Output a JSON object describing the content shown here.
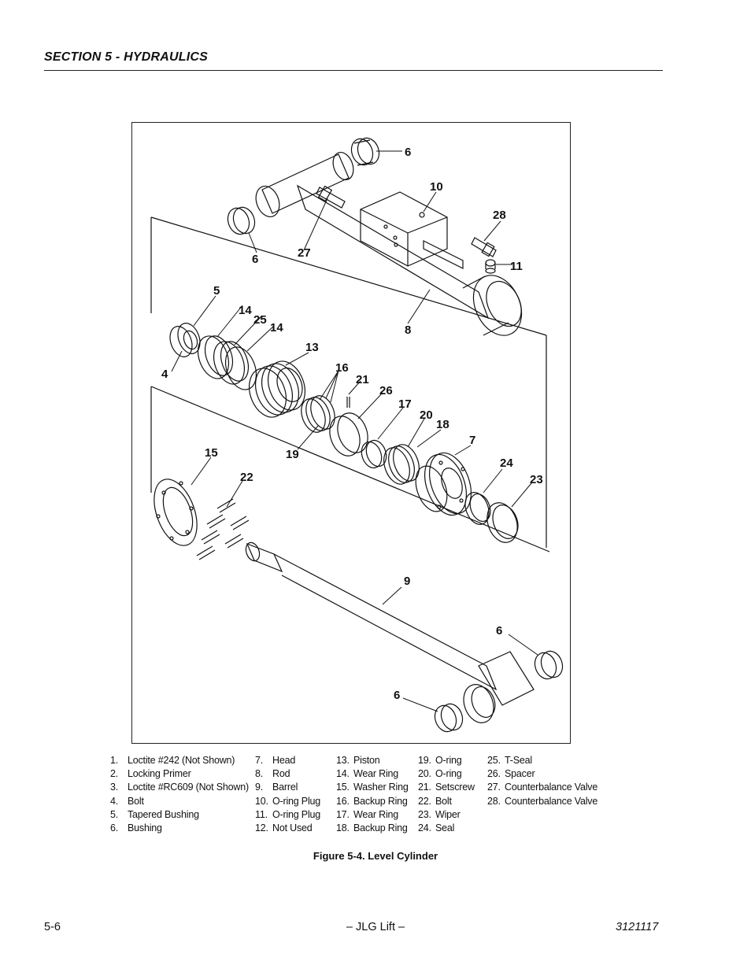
{
  "header": {
    "section": "SECTION 5 - HYDRAULICS"
  },
  "figure": {
    "callouts": [
      "6",
      "10",
      "28",
      "6",
      "27",
      "11",
      "5",
      "14",
      "25",
      "14",
      "8",
      "13",
      "4",
      "16",
      "21",
      "26",
      "17",
      "20",
      "18",
      "7",
      "15",
      "19",
      "22",
      "24",
      "23",
      "9",
      "6",
      "6"
    ],
    "caption": "Figure 5-4.  Level Cylinder"
  },
  "legend": {
    "col1": [
      {
        "num": "1.",
        "label": "Loctite #242 (Not Shown)"
      },
      {
        "num": "2.",
        "label": "Locking Primer"
      },
      {
        "num": "3.",
        "label": "Loctite #RC609 (Not Shown)"
      },
      {
        "num": "4.",
        "label": "Bolt"
      },
      {
        "num": "5.",
        "label": "Tapered Bushing"
      },
      {
        "num": "6.",
        "label": "Bushing"
      }
    ],
    "col2": [
      {
        "num": "7.",
        "label": "Head"
      },
      {
        "num": "8.",
        "label": "Rod"
      },
      {
        "num": "9.",
        "label": "Barrel"
      },
      {
        "num": "10.",
        "label": "O-ring Plug"
      },
      {
        "num": "11.",
        "label": "O-ring Plug"
      },
      {
        "num": "12.",
        "label": "Not Used"
      }
    ],
    "col3": [
      {
        "num": "13.",
        "label": "Piston"
      },
      {
        "num": "14.",
        "label": "Wear Ring"
      },
      {
        "num": "15.",
        "label": "Washer Ring"
      },
      {
        "num": "16.",
        "label": "Backup Ring"
      },
      {
        "num": "17.",
        "label": "Wear Ring"
      },
      {
        "num": "18.",
        "label": "Backup Ring"
      }
    ],
    "col4": [
      {
        "num": "19.",
        "label": "O-ring"
      },
      {
        "num": "20.",
        "label": "O-ring"
      },
      {
        "num": "21.",
        "label": "Setscrew"
      },
      {
        "num": "22.",
        "label": "Bolt"
      },
      {
        "num": "23.",
        "label": "Wiper"
      },
      {
        "num": "24.",
        "label": "Seal"
      }
    ],
    "col5": [
      {
        "num": "25.",
        "label": "T-Seal"
      },
      {
        "num": "26.",
        "label": "Spacer"
      },
      {
        "num": "27.",
        "label": "Counterbalance Valve"
      },
      {
        "num": "28.",
        "label": "Counterbalance Valve"
      }
    ]
  },
  "footer": {
    "page": "5-6",
    "center": "– JLG Lift –",
    "doc": "3121117"
  }
}
